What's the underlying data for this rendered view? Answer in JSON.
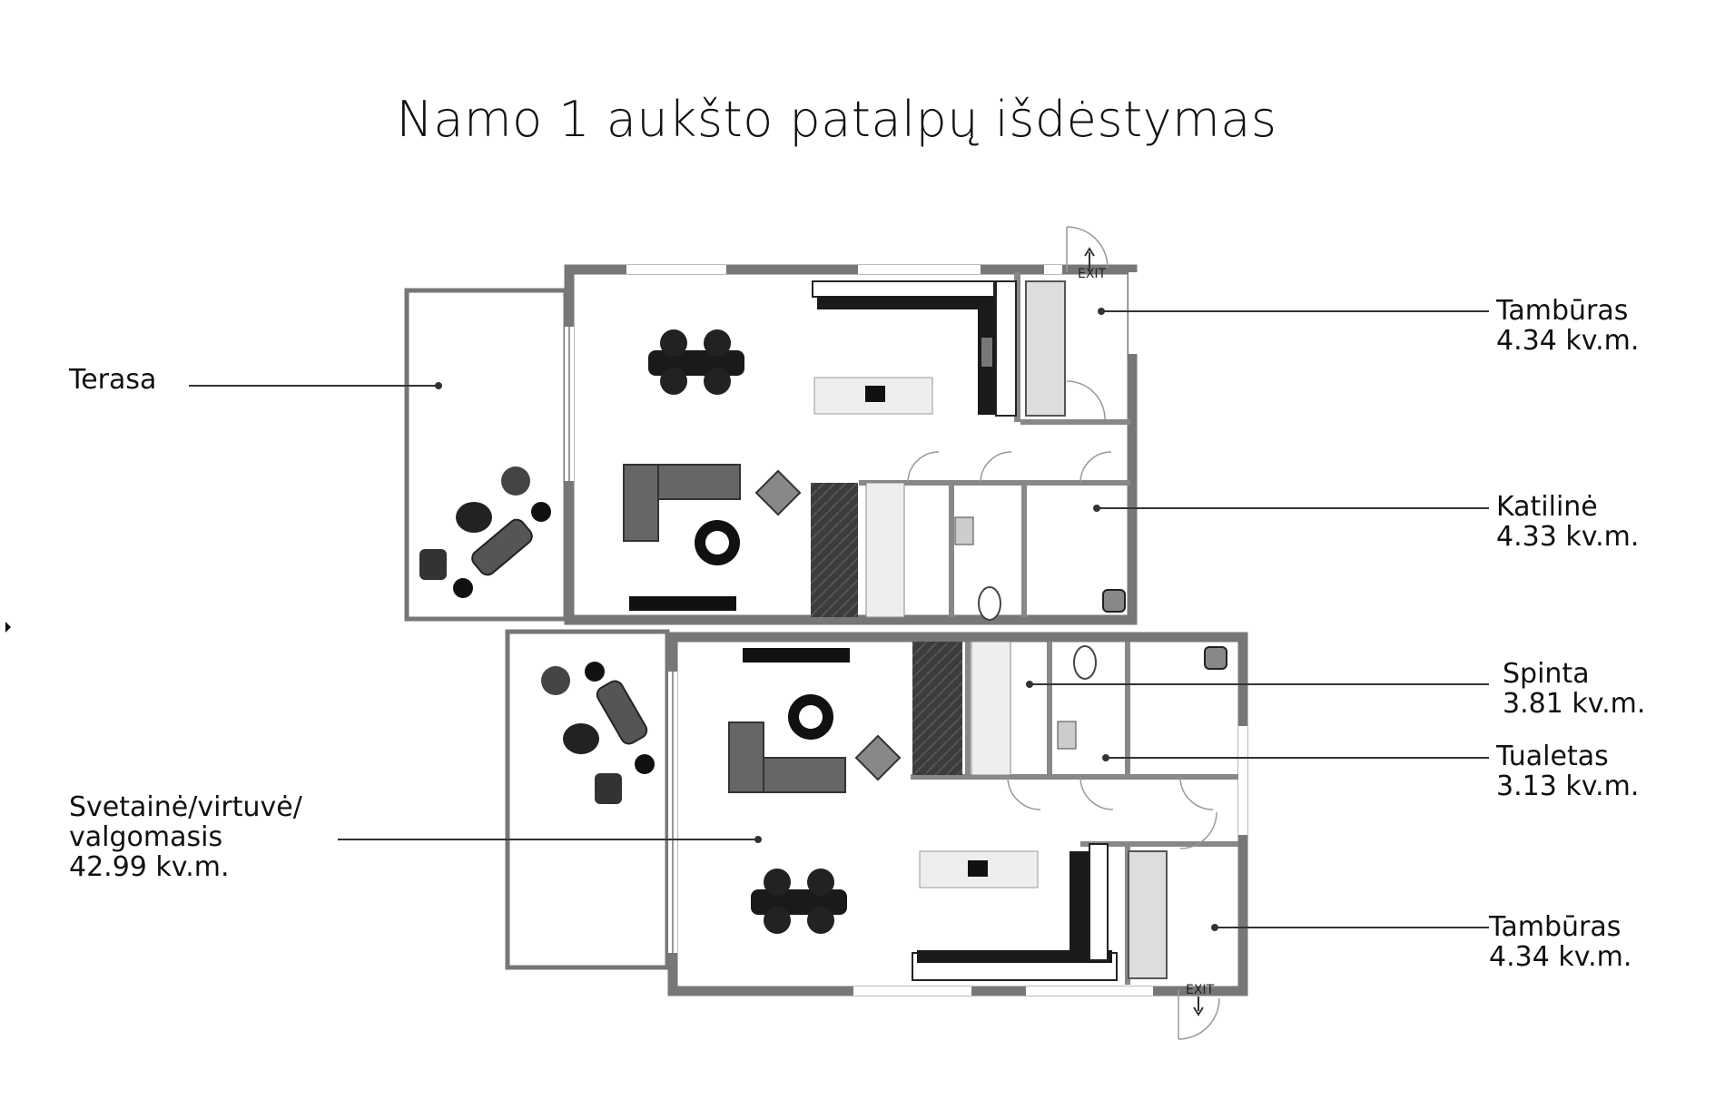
{
  "title": "Namo 1 aukšto patalpų išdėstymas",
  "exit_label": "EXIT",
  "rooms": [
    {
      "id": "tamburas-top",
      "name": "Tambūras",
      "area": "4.34 kv.m."
    },
    {
      "id": "terasa",
      "name": "Terasa",
      "area": ""
    },
    {
      "id": "katiline",
      "name": "Katilinė",
      "area": "4.33 kv.m."
    },
    {
      "id": "spinta",
      "name": "Spinta",
      "area": "3.81 kv.m."
    },
    {
      "id": "tualetas",
      "name": "Tualetas",
      "area": "3.13 kv.m."
    },
    {
      "id": "svetaine",
      "name_lines": [
        "Svetainė/virtuvė/",
        "valgomasis"
      ],
      "area": "42.99 kv.m."
    },
    {
      "id": "tamburas-bottom",
      "name": "Tambūras",
      "area": "4.34 kv.m."
    }
  ],
  "colors": {
    "wall": "#777777",
    "line": "#333333",
    "furniture": "#1a1a1a",
    "stairs": "#3c3c3c"
  }
}
